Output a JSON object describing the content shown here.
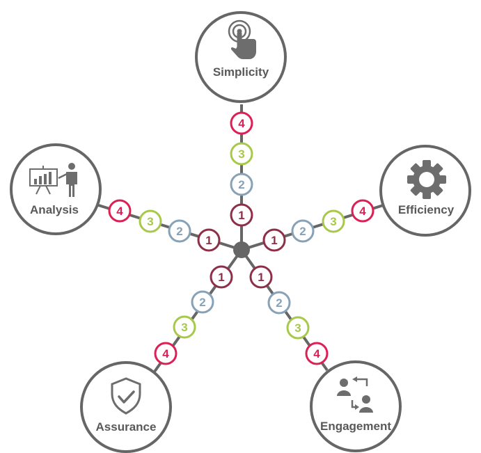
{
  "colors": {
    "spoke": "#666666",
    "node_border": "#666666",
    "label": "#595959",
    "icon": "#6d6d6d",
    "level_1": "#8e2f48",
    "level_2": "#87a2b7",
    "level_3": "#a8c84a",
    "level_4": "#dc1f55"
  },
  "nodes": [
    {
      "id": "simplicity",
      "label": "Simplicity",
      "icon": "touch-hand-icon",
      "levels": [
        "1",
        "2",
        "3",
        "4"
      ]
    },
    {
      "id": "efficiency",
      "label": "Efficiency",
      "icon": "gear-icon",
      "levels": [
        "1",
        "2",
        "3",
        "4"
      ]
    },
    {
      "id": "engagement",
      "label": "Engagement",
      "icon": "people-exchange-icon",
      "levels": [
        "1",
        "2",
        "3",
        "4"
      ]
    },
    {
      "id": "assurance",
      "label": "Assurance",
      "icon": "shield-check-icon",
      "levels": [
        "1",
        "2",
        "3",
        "4"
      ]
    },
    {
      "id": "analysis",
      "label": "Analysis",
      "icon": "presenter-chart-icon",
      "levels": [
        "1",
        "2",
        "3",
        "4"
      ]
    }
  ]
}
